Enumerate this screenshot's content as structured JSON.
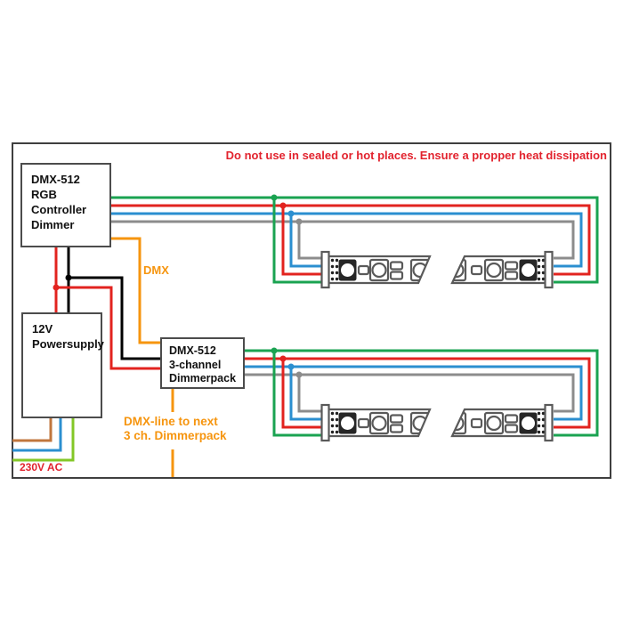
{
  "diagram": {
    "warning": "Do not use in sealed or hot places. Ensure a propper heat dissipation",
    "boxes": {
      "controller": {
        "lines": [
          "DMX-512",
          "RGB",
          "Controller",
          "Dimmer"
        ]
      },
      "power_supply": {
        "lines": [
          "12V",
          "Powersupply"
        ]
      },
      "dimmerpack": {
        "lines": [
          "DMX-512",
          "3-channel",
          "Dimmerpack"
        ]
      }
    },
    "labels": {
      "dmx": "DMX",
      "dmx_next_line1": "DMX-line to next",
      "dmx_next_line2": "3 ch. Dimmerpack",
      "mains": "230V AC"
    },
    "colors": {
      "wire_red": "#e2231f",
      "wire_green": "#1aa351",
      "wire_blue": "#2b8fd0",
      "wire_gray": "#8c8c8c",
      "wire_black": "#000000",
      "wire_orange": "#f6950f",
      "wire_brown": "#c1763d",
      "wire_pe_green": "#83c727",
      "text_red": "#e2232e",
      "box_border": "#4c4c4c",
      "strip_outline": "#5a5a5a",
      "text_dark": "#111111"
    }
  }
}
